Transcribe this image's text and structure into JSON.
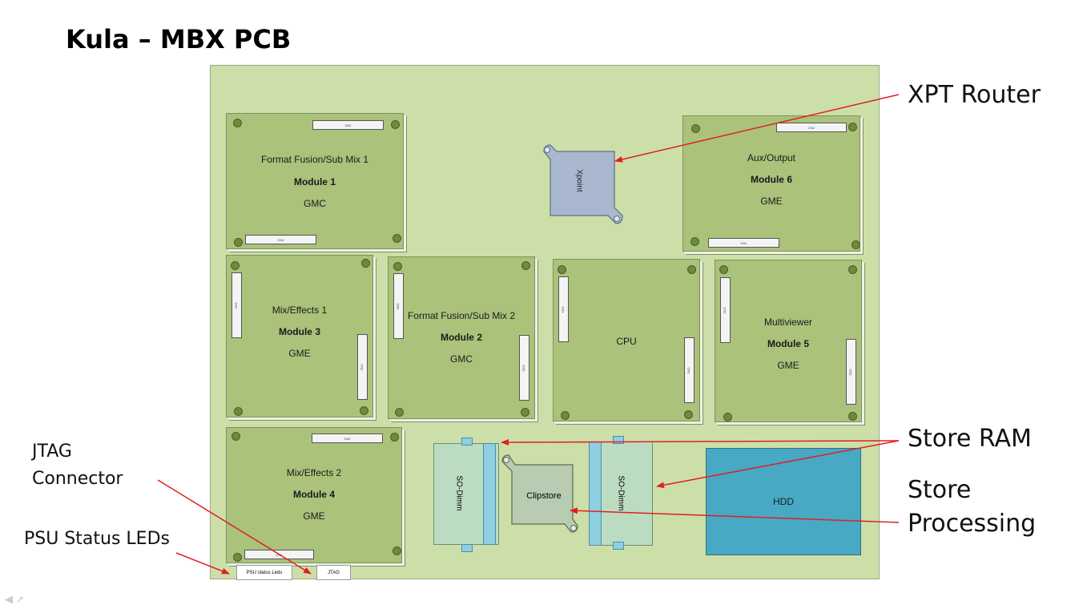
{
  "title": "Kula – MBX PCB",
  "modules": {
    "m1": {
      "line1": "Format Fusion/Sub Mix 1",
      "line2": "Module 1",
      "line3": "GMC",
      "c1": "CN2",
      "c2": "CN1"
    },
    "m6": {
      "line1": "Aux/Output",
      "line2": "Module 6",
      "line3": "GME",
      "c1": "CN2",
      "c2": "CN1"
    },
    "m3": {
      "line1": "Mix/Effects 1",
      "line2": "Module 3",
      "line3": "GME",
      "c1": "CN1",
      "c2": "CN2"
    },
    "m2": {
      "line1": "Format Fusion/Sub Mix 2",
      "line2": "Module 2",
      "line3": "GMC",
      "c1": "CN1",
      "c2": "CN2"
    },
    "cpu": {
      "line1": "CPU",
      "c1": "CN1",
      "c2": "CN2"
    },
    "m5": {
      "line1": "Multiviewer",
      "line2": "Module 5",
      "line3": "GME",
      "c1": "CN1",
      "c2": "CN2"
    },
    "m4": {
      "line1": "Mix/Effects 2",
      "line2": "Module 4",
      "line3": "GME",
      "c1": "CN2",
      "c2": "CN1"
    }
  },
  "chips": {
    "xpoint": "Xpoint",
    "sodimm1": "SO-Dimm",
    "sodimm2": "SO-Dimm",
    "clipstore": "Clipstore",
    "hdd": "HDD",
    "psu": "PSU status Leds",
    "jtag": "JTAG"
  },
  "callouts": {
    "xpt": "XPT Router",
    "store_ram": "Store RAM",
    "store_proc_1": "Store",
    "store_proc_2": "Processing",
    "jtag_1": "JTAG",
    "jtag_2": "Connector",
    "psu": "PSU Status LEDs"
  },
  "colors": {
    "board": "#cddfa8",
    "module": "#aac27a",
    "xpoint": "#a9b8cf",
    "hdd": "#48a9c5",
    "arrow": "#e02020"
  }
}
